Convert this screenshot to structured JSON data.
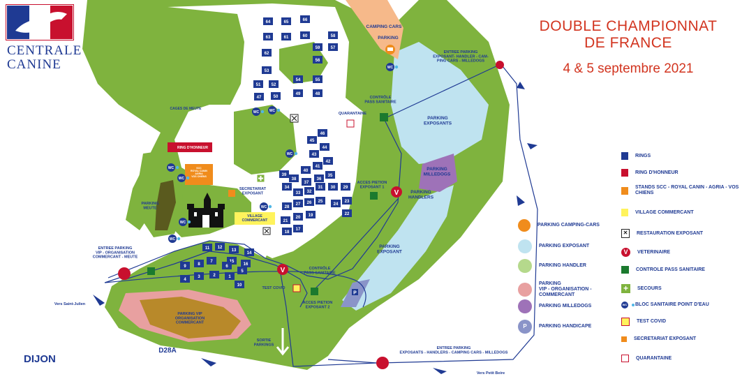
{
  "title": {
    "line1": "DOUBLE CHAMPIONNAT",
    "line2": "DE FRANCE",
    "date": "4 & 5 septembre 2021"
  },
  "logo": {
    "line1": "CENTRALE",
    "line2": "CANINE"
  },
  "city": "DIJON",
  "colors": {
    "green": "#7fb33e",
    "light_blue": "#bfe3f0",
    "ring_blue": "#1f3a93",
    "red": "#c8102e",
    "orange": "#f08c1c",
    "yellow": "#fff35c",
    "purple": "#9e72b8",
    "pink": "#e8a0a0",
    "dark_green": "#1b7a2e"
  },
  "map_labels": {
    "camping_cars": "CAMPING CARS",
    "parking": "PARKING",
    "entree_parking_top": "ENTREE PARKING\nEXPOSANT- HANDLER - CAM-\nPING CARS - MILLEDOGS",
    "controle_top": "CONTRÔLE\nPASS SANITAIRE",
    "quarantaine": "QUARANTAINE",
    "parking_exposants": "PARKING\nEXPOSANTS",
    "parking_milledogs": "PARKING\nMILLEDOGS",
    "parking_handlers": "PARKING\nHANDLERS",
    "acces_pieton_1": "ACCES PIETION\nEXPOSANT 1",
    "cages_meute": "CAGES DE MEUTE",
    "ring_honneur": "RING D'HONNEUR",
    "stand_box": "SCC\nROYAL CANIN\nAGRIA\nVOS CHIENS",
    "secretariat": "SECRETARIAT\nEXPOSANT",
    "village": "VILLAGE\nCOMMERCANT",
    "parking_meute": "PARKING\nMEUTE",
    "entree_vip": "ENTREE PARKING\nVIP - ORGANISATION\nCOMMERCANT - MEUTE",
    "test_covid": "TEST COVID",
    "controle_bottom": "CONTRÔLE\nPASS SANITAIRE",
    "acces_pieton_2": "ACCES PIETION\nEXPOSANT 2",
    "parking_exposant": "PARKING\nEXPOSANT",
    "parking_vip": "PARKING VIP\nORGANISATION\nCOMMERCANT",
    "sortie": "SORTIE\nPARKINGS",
    "vers_saint_julien": "Vers Saint-Julien",
    "d28a": "D28A",
    "entree_bottom": "ENTREE PARKING\nEXPOSANTS - HANDLERS - CAMPING CARS - MILLEDOGS",
    "vers_petit_beire": "Vers Petit Beire",
    "wc": "WC",
    "v": "V",
    "p": "P"
  },
  "rings": {
    "top_grid": [
      "64",
      "65",
      "66",
      "63",
      "60",
      "62",
      "61",
      "58",
      "59",
      "57",
      "56",
      "53",
      "54",
      "55",
      "51",
      "52",
      "50",
      "49",
      "48",
      "47"
    ],
    "middle_grid": [
      "46",
      "45",
      "44",
      "43",
      "42",
      "41",
      "40",
      "39",
      "38",
      "37",
      "36",
      "35",
      "34",
      "33",
      "32",
      "31",
      "30",
      "29",
      "28",
      "27",
      "26",
      "25",
      "24",
      "23",
      "22",
      "21",
      "20",
      "19",
      "18",
      "17"
    ],
    "bottom_grid": [
      "11",
      "12",
      "13",
      "14",
      "15",
      "16",
      "9",
      "8",
      "7",
      "6",
      "5",
      "4",
      "3",
      "2",
      "1",
      "10"
    ]
  },
  "legend": [
    {
      "label": "RINGS",
      "type": "ring"
    },
    {
      "label": "RING D'HONNEUR",
      "type": "red-sq"
    },
    {
      "label": "STANDS SCC - ROYAL CANIN - AGRIA - VOS CHIENS",
      "type": "orange-sq"
    },
    {
      "label": "VILLAGE COMMERCANT",
      "type": "yellow-sq"
    },
    {
      "label": "RESTAURATION EXPOSANT",
      "type": "cutlery"
    },
    {
      "label": "VETERINAIRE",
      "type": "vet"
    },
    {
      "label": "CONTROLE PASS SANITAIRE",
      "type": "green-sq"
    },
    {
      "label": "SECOURS",
      "type": "cross"
    },
    {
      "label": "BLOC SANITAIRE POINT D'EAU",
      "type": "wc"
    },
    {
      "label": "TEST COVID",
      "type": "yellow-border"
    },
    {
      "label": "SECRETARIAT EXPOSANT",
      "type": "orange-small"
    },
    {
      "label": "QUARANTAINE",
      "type": "empty-red"
    }
  ],
  "legend_areas": [
    {
      "label": "PARKING CAMPING-CARS",
      "type": "camping"
    },
    {
      "label": "PARKING EXPOSANT",
      "type": "blue-circle"
    },
    {
      "label": "PARKING HANDLER",
      "type": "green-circle"
    },
    {
      "label": "PARKING\nVIP - ORGANISATION -\nCOMMERCANT",
      "type": "pink-circle"
    },
    {
      "label": "PARKING MILLEDOGS",
      "type": "purple-circle"
    },
    {
      "label": "PARKING HANDICAPE",
      "type": "handicape"
    }
  ]
}
